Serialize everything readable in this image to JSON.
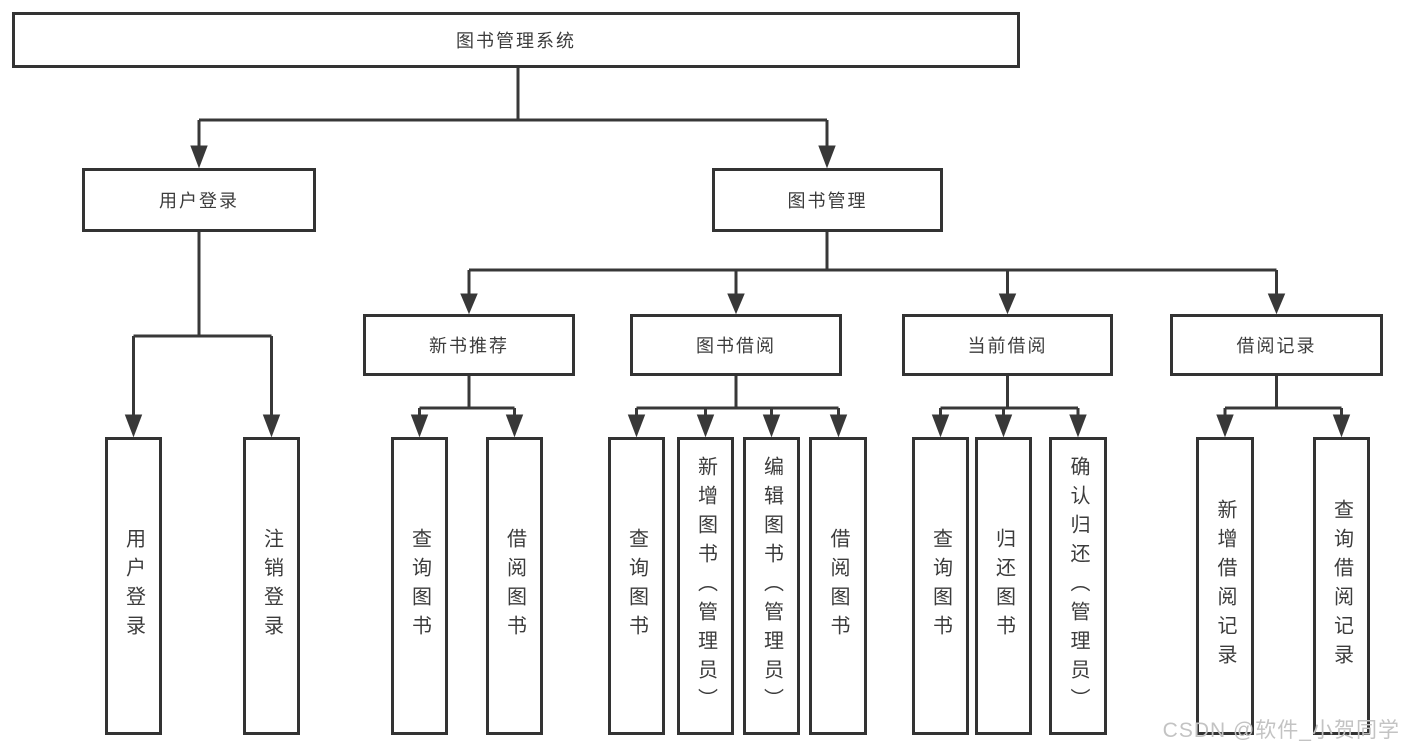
{
  "diagram": {
    "root": {
      "label": "图书管理系统"
    },
    "user_login": {
      "label": "用户登录",
      "children": {
        "login": {
          "label": "用户登录"
        },
        "logout": {
          "label": "注销登录"
        }
      }
    },
    "book_management": {
      "label": "图书管理",
      "sections": {
        "new_books": {
          "label": "新书推荐",
          "children": {
            "query_books": {
              "label": "查询图书"
            },
            "borrow_books": {
              "label": "借阅图书"
            }
          }
        },
        "borrowing": {
          "label": "图书借阅",
          "children": {
            "query_books": {
              "label": "查询图书"
            },
            "add_books": {
              "label": "新增图书（管理员）"
            },
            "edit_books": {
              "label": "编辑图书（管理员）"
            },
            "borrow_books": {
              "label": "借阅图书"
            }
          }
        },
        "current_borrow": {
          "label": "当前借阅",
          "children": {
            "query_books": {
              "label": "查询图书"
            },
            "return_books": {
              "label": "归还图书"
            },
            "confirm_return": {
              "label": "确认归还（管理员）"
            }
          }
        },
        "borrow_records": {
          "label": "借阅记录",
          "children": {
            "add_record": {
              "label": "新增借阅记录"
            },
            "query_record": {
              "label": "查询借阅记录"
            }
          }
        }
      }
    }
  },
  "watermark": {
    "text": "CSDN @软件_小贺同学"
  },
  "colors": {
    "line": "#383838",
    "box_border": "#333333",
    "text": "#3c3c3c",
    "watermark": "#c3c3c3",
    "background": "#ffffff"
  }
}
